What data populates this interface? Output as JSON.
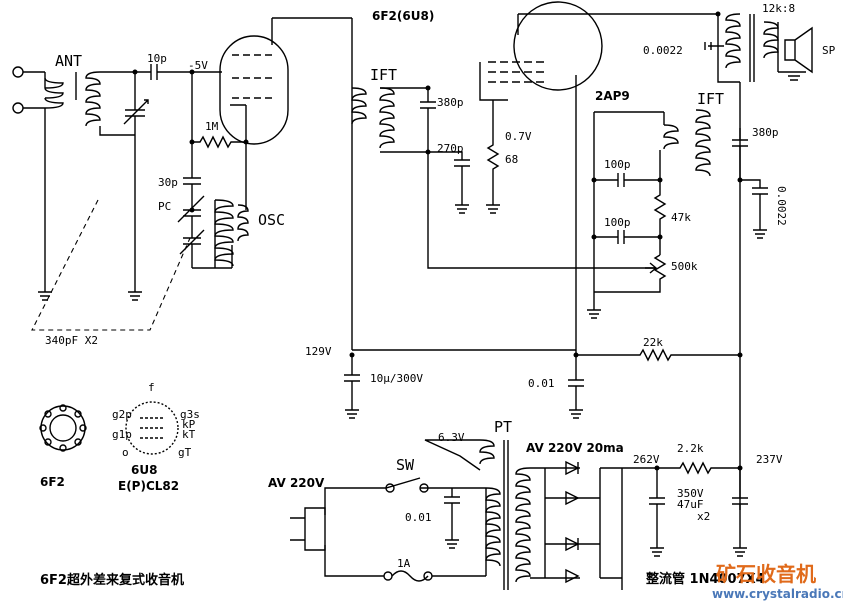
{
  "labels": {
    "tube_title": "6F2(6U8)",
    "ant": "ANT",
    "cap_10p": "10p",
    "bias_5v": "-5V",
    "res_1m": "1M",
    "cap_30p": "30p",
    "pc": "PC",
    "osc": "OSC",
    "tuning_cap": "340pF X2",
    "ift1": "IFT",
    "cap_380p_1": "380p",
    "cap_270p": "270p",
    "cathode_v": "0.7V",
    "res_68": "68",
    "diode_2ap9": "2AP9",
    "ift2": "IFT",
    "cap_380p_2": "380p",
    "cap_100p_1": "100p",
    "cap_100p_2": "100p",
    "res_47k": "47k",
    "pot_500k": "500k",
    "cap_0022_v": "0.0022",
    "out_ratio": "12k:8",
    "cap_0022_out": "0.0022",
    "speaker": "SP",
    "v_129": "129V",
    "cap_10u": "10μ/300V",
    "cap_001_b": "0.01",
    "res_22k": "22k",
    "heater_v": "6.3V",
    "pt": "PT",
    "sw": "SW",
    "ac_in": "AV 220V",
    "cap_001_sw": "0.01",
    "fuse": "1A",
    "secondary": "AV 220V 20ma",
    "v_262": "262V",
    "res_2k2": "2.2k",
    "v_237": "237V",
    "filter_cap_v": "350V",
    "filter_cap_c": "47uF",
    "filter_cap_n": "x2",
    "tube_6f2": "6F2",
    "tube_6u8": "6U8",
    "tube_ecl82": "E(P)CL82",
    "title_cjk": "6F2超外差来复式收音机",
    "rectifier": "整流管 1N4007X4",
    "watermark_cn": "矿石收音机",
    "watermark_url": "www.crystalradio.cn"
  },
  "pin_labels": [
    "f",
    "g2p",
    "g1p",
    "o",
    "g3s",
    "kP",
    "kT",
    "gT"
  ]
}
